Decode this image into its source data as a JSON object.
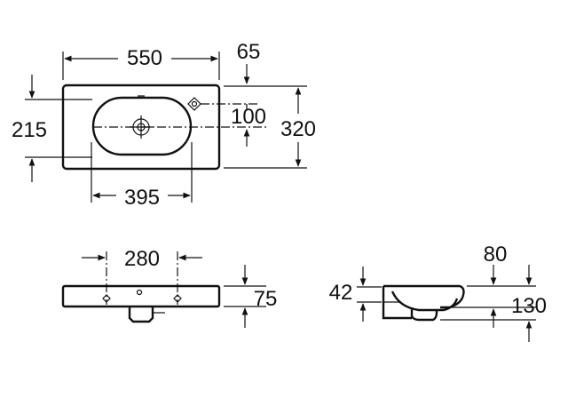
{
  "dimensions": {
    "top_width": "550",
    "tap_offset": "65",
    "left_height": "215",
    "tap_to_bowl": "100",
    "depth": "320",
    "bowl_width": "395",
    "front_width": "280",
    "front_height": "75",
    "side_rim": "42",
    "side_top": "80",
    "side_total": "130"
  },
  "colors": {
    "line": "#111111",
    "background": "#ffffff"
  }
}
